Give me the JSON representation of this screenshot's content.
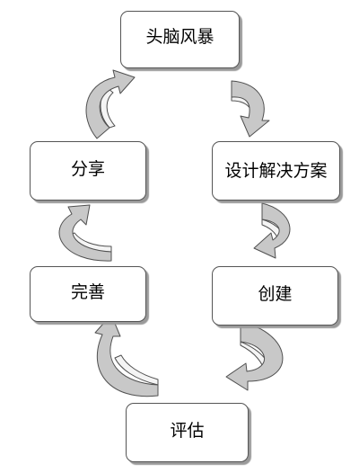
{
  "nodes": {
    "brainstorm": "头脑风暴",
    "design": "设计解决方案",
    "build": "创建",
    "evaluate": "评估",
    "improve": "完善",
    "share": "分享"
  },
  "colors": {
    "box_border": "#555555",
    "box_shadow": "#9a9a9a",
    "arrow_fill": "#c8c8c8",
    "arrow_outline": "#505050",
    "background": "#ffffff"
  },
  "cycle_order": [
    "brainstorm",
    "design",
    "build",
    "evaluate",
    "improve",
    "share"
  ]
}
